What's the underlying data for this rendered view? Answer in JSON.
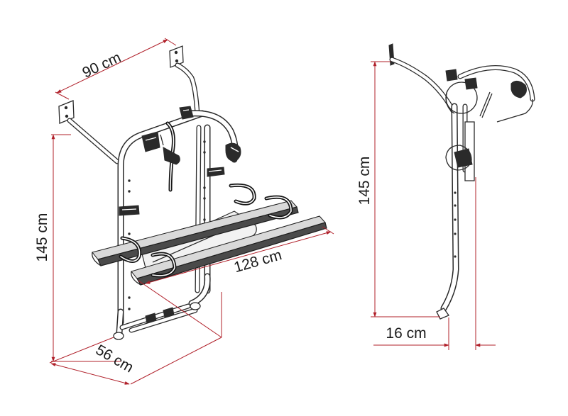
{
  "dimensions": {
    "width_top": "90 cm",
    "height_front": "145 cm",
    "length_rails": "128 cm",
    "depth_bottom": "56 cm",
    "height_side": "145 cm",
    "offset_side": "16 cm"
  },
  "colors": {
    "dimension_line": "#b0202a",
    "frame": "#2a2a2a",
    "background": "#ffffff"
  }
}
